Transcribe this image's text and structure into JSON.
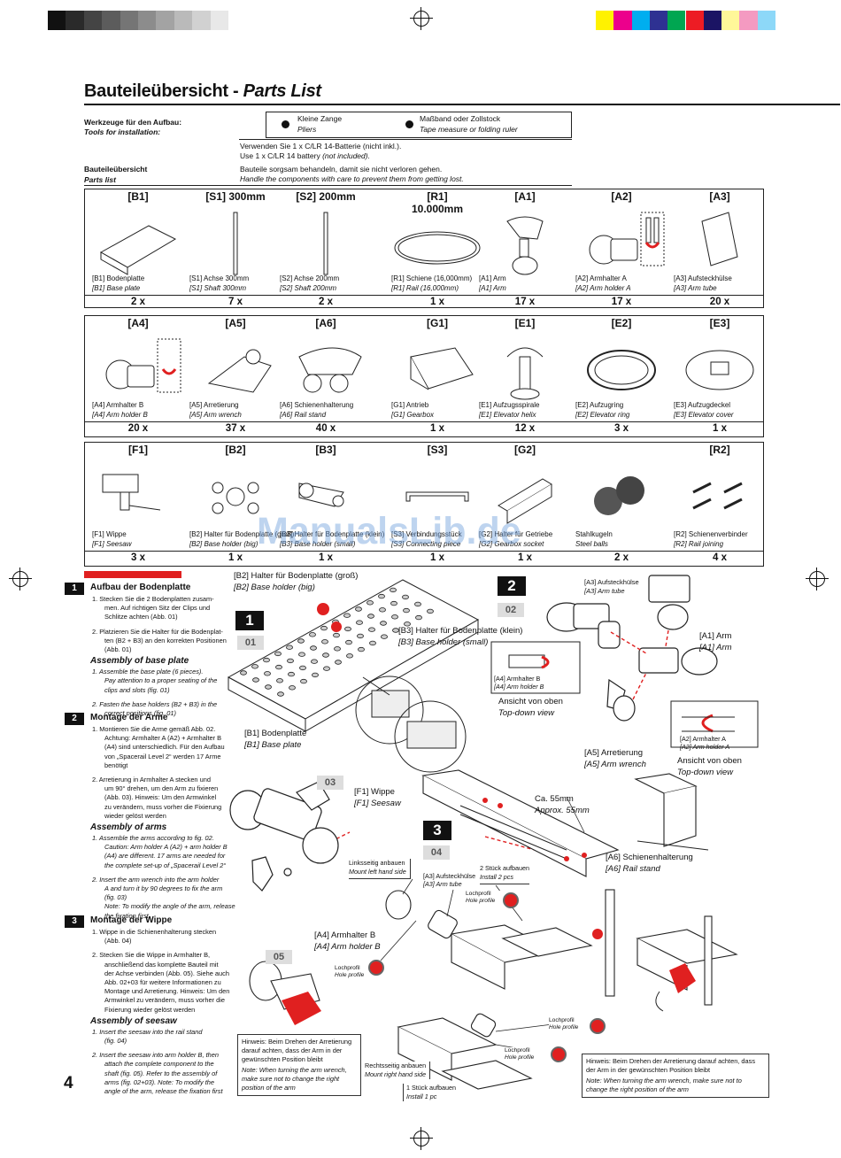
{
  "header": {
    "title_de": "Bauteileübersicht - ",
    "title_en": "Parts List"
  },
  "colors": {
    "grays": [
      "#111111",
      "#2a2a2a",
      "#444444",
      "#5c5c5c",
      "#757575",
      "#8c8c8c",
      "#a3a3a3",
      "#bababa",
      "#d1d1d1",
      "#e8e8e8"
    ],
    "process": [
      "#fff200",
      "#ec008c",
      "#00aeef",
      "#2e3192",
      "#00a651",
      "#ed1c24",
      "#1b1464",
      "#fff799",
      "#f49ac1",
      "#8dd8f8"
    ],
    "accent_red": "#e02020"
  },
  "tools": {
    "label_de": "Werkzeuge für den Aufbau:",
    "label_en": "Tools for installation:",
    "item1_de": "Kleine Zange",
    "item1_en": "Pliers",
    "item2_de": "Maßband oder Zollstock",
    "item2_en": "Tape measure or folding ruler",
    "battery_de": "Verwenden Sie 1 x C/LR 14-Batterie (nicht inkl.).",
    "battery_en_a": "Use 1 x C/LR 14 battery ",
    "battery_en_b": "(not included).",
    "parts_de": "Bauteileübersicht",
    "parts_en": "Parts list",
    "care_de": "Bauteile sorgsam behandeln, damit sie nicht verloren gehen.",
    "care_en": "Handle the components with care to prevent them from getting lost."
  },
  "parts_rows": [
    [
      {
        "code": "[B1]",
        "de": "[B1] Bodenplatte",
        "en": "[B1] Base plate",
        "qty": "2 x"
      },
      {
        "code": "[S1] 300mm",
        "de": "[S1] Achse 300mm",
        "en": "[S1] Shaft 300mm",
        "qty": "7 x"
      },
      {
        "code": "[S2] 200mm",
        "de": "[S2] Achse 200mm",
        "en": "[S2] Shaft 200mm",
        "qty": "2 x"
      },
      {
        "code": "[R1] 10.000mm",
        "de": "[R1] Schiene (16,000mm)",
        "en": "[R1] Rail (16,000mm)",
        "qty": "1 x"
      },
      {
        "code": "[A1]",
        "de": "[A1] Arm",
        "en": "[A1] Arm",
        "qty": "17 x"
      },
      {
        "code": "[A2]",
        "de": "[A2] Armhalter A",
        "en": "[A2] Arm holder A",
        "qty": "17 x"
      },
      {
        "code": "[A3]",
        "de": "[A3] Aufsteckhülse",
        "en": "[A3] Arm tube",
        "qty": "20 x"
      }
    ],
    [
      {
        "code": "[A4]",
        "de": "[A4] Armhalter B",
        "en": "[A4] Arm holder B",
        "qty": "20 x"
      },
      {
        "code": "[A5]",
        "de": "[A5] Arretierung",
        "en": "[A5] Arm wrench",
        "qty": "37 x"
      },
      {
        "code": "[A6]",
        "de": "[A6] Schienenhalterung",
        "en": "[A6] Rail stand",
        "qty": "40 x"
      },
      {
        "code": "[G1]",
        "de": "[G1] Antrieb",
        "en": "[G1] Gearbox",
        "qty": "1 x"
      },
      {
        "code": "[E1]",
        "de": "[E1] Aufzugsspirale",
        "en": "[E1] Elevator helix",
        "qty": "12 x"
      },
      {
        "code": "[E2]",
        "de": "[E2] Aufzugring",
        "en": "[E2] Elevator ring",
        "qty": "3 x"
      },
      {
        "code": "[E3]",
        "de": "[E3] Aufzugdeckel",
        "en": "[E3] Elevator cover",
        "qty": "1 x"
      }
    ],
    [
      {
        "code": "[F1]",
        "de": "[F1] Wippe",
        "en": "[F1] Seesaw",
        "qty": "3 x"
      },
      {
        "code": "[B2]",
        "de": "[B2] Halter für Bodenplatte (groß)",
        "en": "[B2] Base holder (big)",
        "qty": "1 x"
      },
      {
        "code": "[B3]",
        "de": "[B3] Halter für Bodenplatte (klein)",
        "en": "[B3] Base holder (small)",
        "qty": "1 x"
      },
      {
        "code": "[S3]",
        "de": "[S3] Verbindungsstück",
        "en": "[S3] Connecting piece",
        "qty": "1 x"
      },
      {
        "code": "[G2]",
        "de": "[G2] Halter für Getriebe",
        "en": "[G2] Gearbox socket",
        "qty": "1 x"
      },
      {
        "code": "",
        "de": "Stahlkugeln",
        "en": "Steel balls",
        "qty": "2 x"
      },
      {
        "code": "[R2]",
        "de": "[R2] Schienenverbinder",
        "en": "[R2] Rail joining",
        "qty": "4 x"
      }
    ]
  ],
  "watermark": "ManualsLib.de",
  "steps": [
    {
      "num": "1",
      "heading_de": "Aufbau der Bodenplatte",
      "de": [
        "1.  Stecken Sie die 2 Bodenplatten zusam-",
        "men. Auf richtigen Sitz der Clips und",
        "Schlitze achten (Abb. 01)",
        "",
        "2.  Platzieren Sie die Halter für die Bodenplat-",
        "ten (B2 + B3) an den korrekten Positionen",
        "(Abb. 01)"
      ],
      "heading_en": "Assembly of base plate",
      "en": [
        "1.  Assemble the base plate (6 pieces).",
        "Pay attention to a proper seating of the",
        "clips and slots (fig. 01)",
        "",
        "2.  Fasten the base holders (B2 + B3) in the",
        "correct positions (fig. 01)"
      ]
    },
    {
      "num": "2",
      "heading_de": "Montage der Arme",
      "de": [
        "1.  Montieren Sie die Arme gemäß Abb. 02.",
        "Achtung: Armhalter A (A2) + Armhalter B",
        "(A4) sind unterschiedlich. Für den Aufbau",
        "von „Spacerail Level 2“ werden 17 Arme",
        "benötigt",
        "",
        "2.  Arretierung in Armhalter A stecken und",
        "um 90° drehen, um den Arm zu fixieren",
        "(Abb. 03). Hinweis: Um den Armwinkel",
        "zu verändern, muss vorher die Fixierung",
        "wieder gelöst werden"
      ],
      "heading_en": "Assembly of arms",
      "en": [
        "1.  Assemble the arms according to fig. 02.",
        "Caution: Arm holder A (A2) + arm holder B",
        "(A4) are different. 17 arms are needed for",
        "the complete set-up of „Spacerail Level 2“",
        "",
        "2.  Insert the arm wrench into the arm holder",
        "A and turn it by 90 degrees to fix the arm",
        "(fig. 03)",
        "Note: To modify the angle of the arm, release",
        "the fixation first"
      ]
    },
    {
      "num": "3",
      "heading_de": "Montage der Wippe",
      "de": [
        "1.  Wippe in die Schienenhalterung stecken",
        "(Abb. 04)",
        "",
        "2.  Stecken Sie die Wippe in Armhalter B,",
        "anschließend das komplette Bauteil mit",
        "der Achse verbinden (Abb. 05). Siehe auch",
        "Abb. 02+03 für weitere Informationen zu",
        "Montage und Arretierung. Hinweis: Um den",
        "Armwinkel zu verändern, muss vorher die",
        "Fixierung wieder gelöst werden"
      ],
      "heading_en": "Assembly of seesaw",
      "en": [
        "1.  Insert the seesaw into the rail stand",
        "(fig. 04)",
        "",
        "2.  Insert the seesaw into arm holder B, then",
        "attach the complete component to the",
        "shaft (fig. 05). Refer to the assembly of",
        "arms (fig. 02+03). Note: To modify the",
        "angle of the arm, release the fixation first"
      ]
    }
  ],
  "diagram": {
    "b2_de": "[B2] Halter für Bodenplatte (groß)",
    "b2_en": "[B2] Base holder (big)",
    "b3_de": "[B3] Halter für Bodenplatte (klein)",
    "b3_en": "[B3] Base holder (small)",
    "b1_de": "[B1] Bodenplatte",
    "b1_en": "[B1] Base plate",
    "step1": "1",
    "fig01": "01",
    "step2": "2",
    "fig02": "02",
    "a3_de": "[A3] Aufsteckhülse",
    "a3_en": "[A3] Arm tube",
    "a1_de": "[A1] Arm",
    "a1_en": "[A1] Arm",
    "a4_small_de": "[A4] Armhalter B",
    "a4_small_en": "[A4] Arm holder B",
    "topview_de": "Ansicht von oben",
    "topview_en": "Top-down view",
    "a5_de": "[A5] Arretierung",
    "a5_en": "[A5] Arm wrench",
    "a2_small_de": "[A2] Armhalter A",
    "a2_small_en": "[A2] Arm holder A",
    "topview2_de": "Ansicht von oben",
    "topview2_en": "Top-down view",
    "fig03": "03",
    "f1_de": "[F1] Wippe",
    "f1_en": "[F1] Seesaw",
    "ca_de": "Ca. 55mm",
    "ca_en": "Approx. 55mm",
    "step3": "3",
    "fig04": "04",
    "a6_de": "[A6] Schienenhalterung",
    "a6_en": "[A6] Rail stand",
    "left_de": "Linksseitig anbauen",
    "left_en": "Mount left hand side",
    "a3b_de": "[A3] Aufsteckhülse",
    "a3b_en": "[A3] Arm tube",
    "two_de": "2 Stück aufbauen",
    "two_en": "Install 2 pcs",
    "hole_de": "Lochprofil",
    "hole_en": "Hole profile",
    "a4_de": "[A4] Armhalter B",
    "a4_en": "[A4] Arm holder B",
    "fig05": "05",
    "note1_de": "Hinweis: Beim Drehen der Arretierung darauf achten, dass der Arm in der gewünschten Position bleibt",
    "note1_en": "Note: When turning the arm wrench, make sure not to change the right position of the arm",
    "right_de": "Rechtsseitig anbauen",
    "right_en": "Mount right hand side",
    "one_de": "1 Stück aufbauen",
    "one_en": "Install 1 pc",
    "note2_de": "Hinweis: Beim Drehen der Arretierung darauf achten, dass der Arm in der gewünschten Position bleibt",
    "note2_en": "Note: When turning the arm wrench, make sure not to change the right position of the arm"
  },
  "footer": {
    "page": "4"
  }
}
